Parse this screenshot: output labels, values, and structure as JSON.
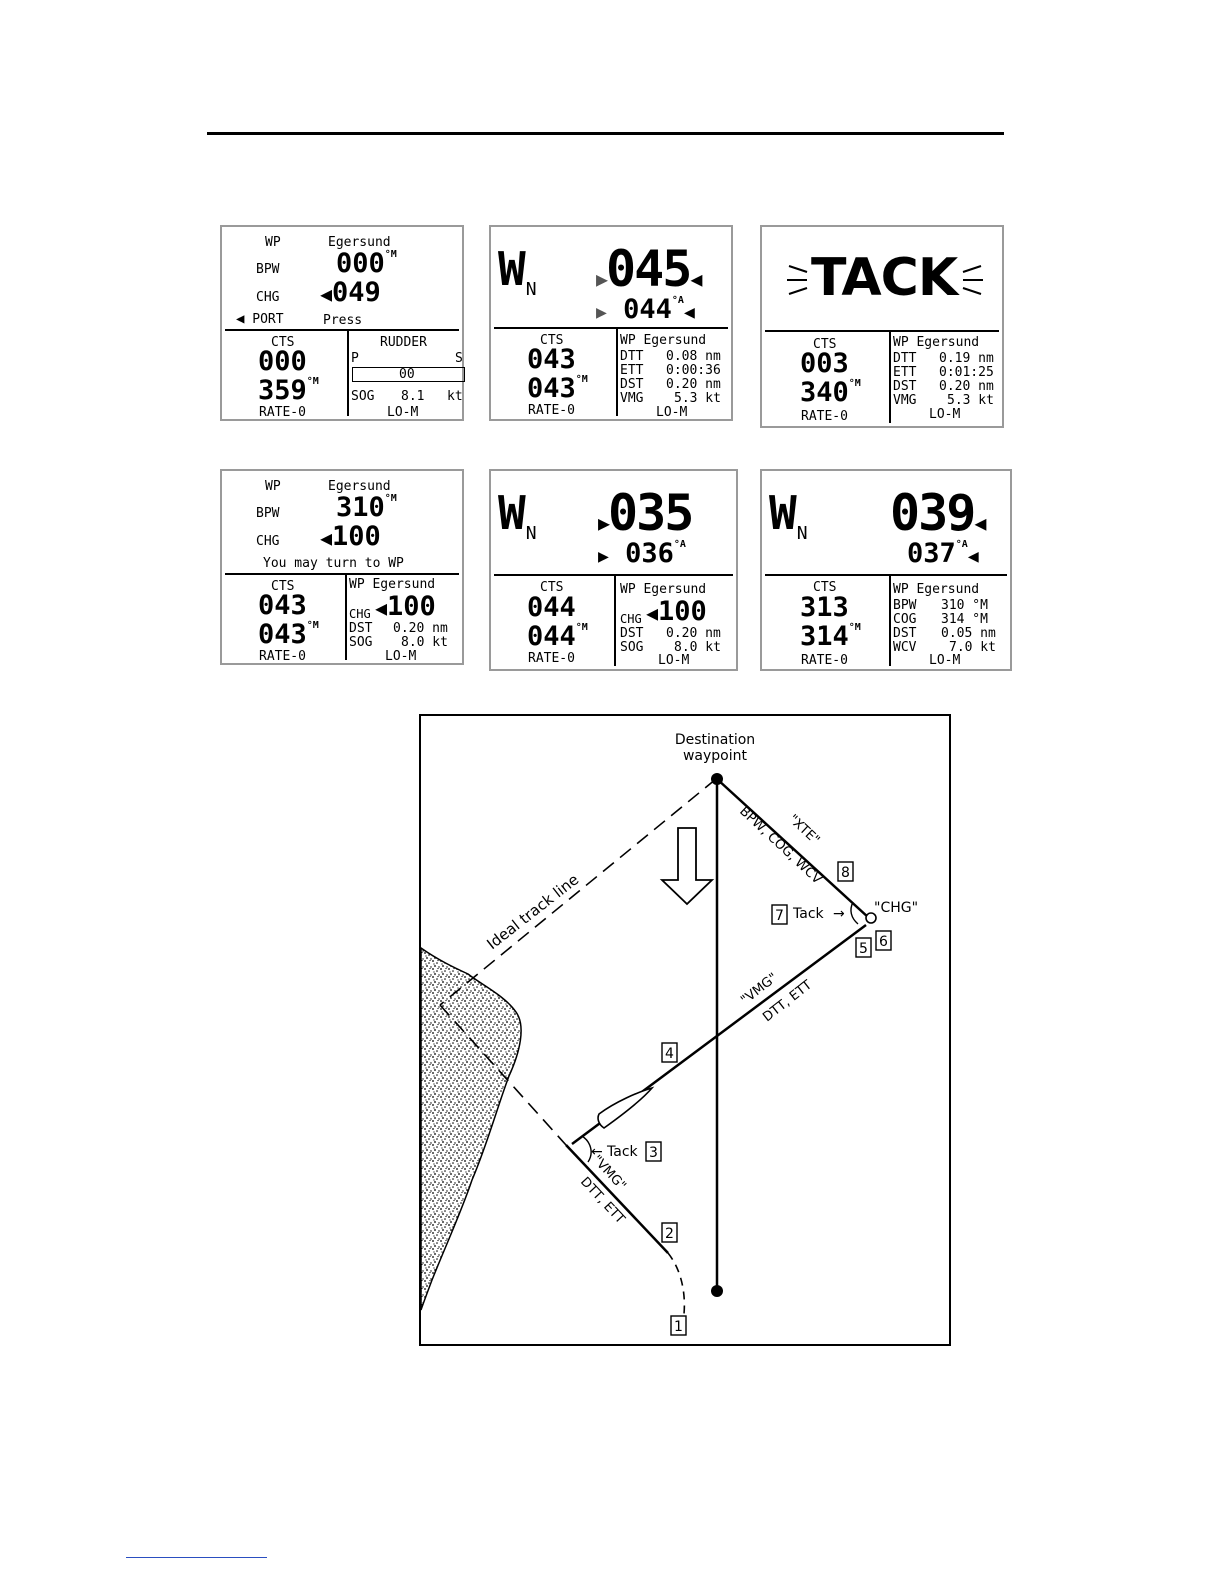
{
  "screens": {
    "s1": {
      "wp_label": "WP",
      "wp_name": "Egersund",
      "bpw_label": "BPW",
      "bpw_value": "000",
      "bpw_unit": "°M",
      "chg_label": "CHG",
      "chg_value": "049",
      "port_label": "PORT",
      "press_label": "Press",
      "cts_label": "CTS",
      "cts_value": "000",
      "heading_value": "359",
      "heading_unit": "°M",
      "rate_label": "RATE-0",
      "rudder_label": "RUDDER",
      "p_label": "P",
      "s_label": "S",
      "rudder_value": "00",
      "sog_label": "SOG",
      "sog_value": "8.1",
      "sog_unit": "kt",
      "mode_label": "LO-M"
    },
    "s2": {
      "wn_main": "W",
      "wn_sub": "N",
      "big_value": "045",
      "small_value": "044",
      "small_unit": "°A",
      "cts_label": "CTS",
      "cts_value": "043",
      "heading_value": "043",
      "heading_unit": "°M",
      "rate_label": "RATE-0",
      "wp_title": "WP Egersund",
      "r1_label": "DTT",
      "r1_value": "0.08 nm",
      "r2_label": "ETT",
      "r2_value": "0:00:36",
      "r3_label": "DST",
      "r3_value": "0.20 nm",
      "r4_label": "VMG",
      "r4_value": "5.3 kt",
      "mode_label": "LO-M"
    },
    "s3": {
      "tack_label": "TACK",
      "cts_label": "CTS",
      "cts_value": "003",
      "heading_value": "340",
      "heading_unit": "°M",
      "rate_label": "RATE-0",
      "wp_title": "WP Egersund",
      "r1_label": "DTT",
      "r1_value": "0.19 nm",
      "r2_label": "ETT",
      "r2_value": "0:01:25",
      "r3_label": "DST",
      "r3_value": "0.20 nm",
      "r4_label": "VMG",
      "r4_value": "5.3 kt",
      "mode_label": "LO-M"
    },
    "s4": {
      "wp_label": "WP",
      "wp_name": "Egersund",
      "bpw_label": "BPW",
      "bpw_value": "310",
      "bpw_unit": "°M",
      "chg_label": "CHG",
      "chg_value": "100",
      "msg": "You may turn to WP",
      "cts_label": "CTS",
      "cts_value": "043",
      "heading_value": "043",
      "heading_unit": "°M",
      "rate_label": "RATE-0",
      "wp_title": "WP Egersund",
      "chg_small_label": "CHG",
      "chg_small_value": "100",
      "r1_label": "DST",
      "r1_value": "0.20 nm",
      "r2_label": "SOG",
      "r2_value": "8.0 kt",
      "mode_label": "LO-M"
    },
    "s5": {
      "wn_main": "W",
      "wn_sub": "N",
      "big_value": "035",
      "small_value": "036",
      "small_unit": "°A",
      "cts_label": "CTS",
      "cts_value": "044",
      "heading_value": "044",
      "heading_unit": "°M",
      "rate_label": "RATE-0",
      "wp_title": "WP Egersund",
      "chg_small_label": "CHG",
      "chg_small_value": "100",
      "r1_label": "DST",
      "r1_value": "0.20 nm",
      "r2_label": "SOG",
      "r2_value": "8.0 kt",
      "mode_label": "LO-M"
    },
    "s6": {
      "wn_main": "W",
      "wn_sub": "N",
      "big_value": "039",
      "small_value": "037",
      "small_unit": "°A",
      "cts_label": "CTS",
      "cts_value": "313",
      "heading_value": "314",
      "heading_unit": "°M",
      "rate_label": "RATE-0",
      "wp_title": "WP Egersund",
      "r1_label": "BPW",
      "r1_value": "310 °M",
      "r2_label": "COG",
      "r2_value": "314 °M",
      "r3_label": "DST",
      "r3_value": "0.05 nm",
      "r4_label": "WCV",
      "r4_value": "7.0 kt",
      "mode_label": "LO-M"
    }
  },
  "diagram": {
    "destination_line1": "Destination",
    "destination_line2": "waypoint",
    "ideal_track": "Ideal track line",
    "bpw_cog_wcv": "BPW, COG, WCV",
    "xte": "\"XTE\"",
    "chg": "\"CHG\"",
    "tack_upper": "Tack",
    "tack_lower": "Tack",
    "vmg_upper": "\"VMG\"",
    "dtt_ett_upper": "DTT, ETT",
    "vmg_lower": "\"VMG\"",
    "dtt_ett_lower": "DTT, ETT",
    "markers": [
      "1",
      "2",
      "3",
      "4",
      "5",
      "6",
      "7",
      "8"
    ]
  }
}
